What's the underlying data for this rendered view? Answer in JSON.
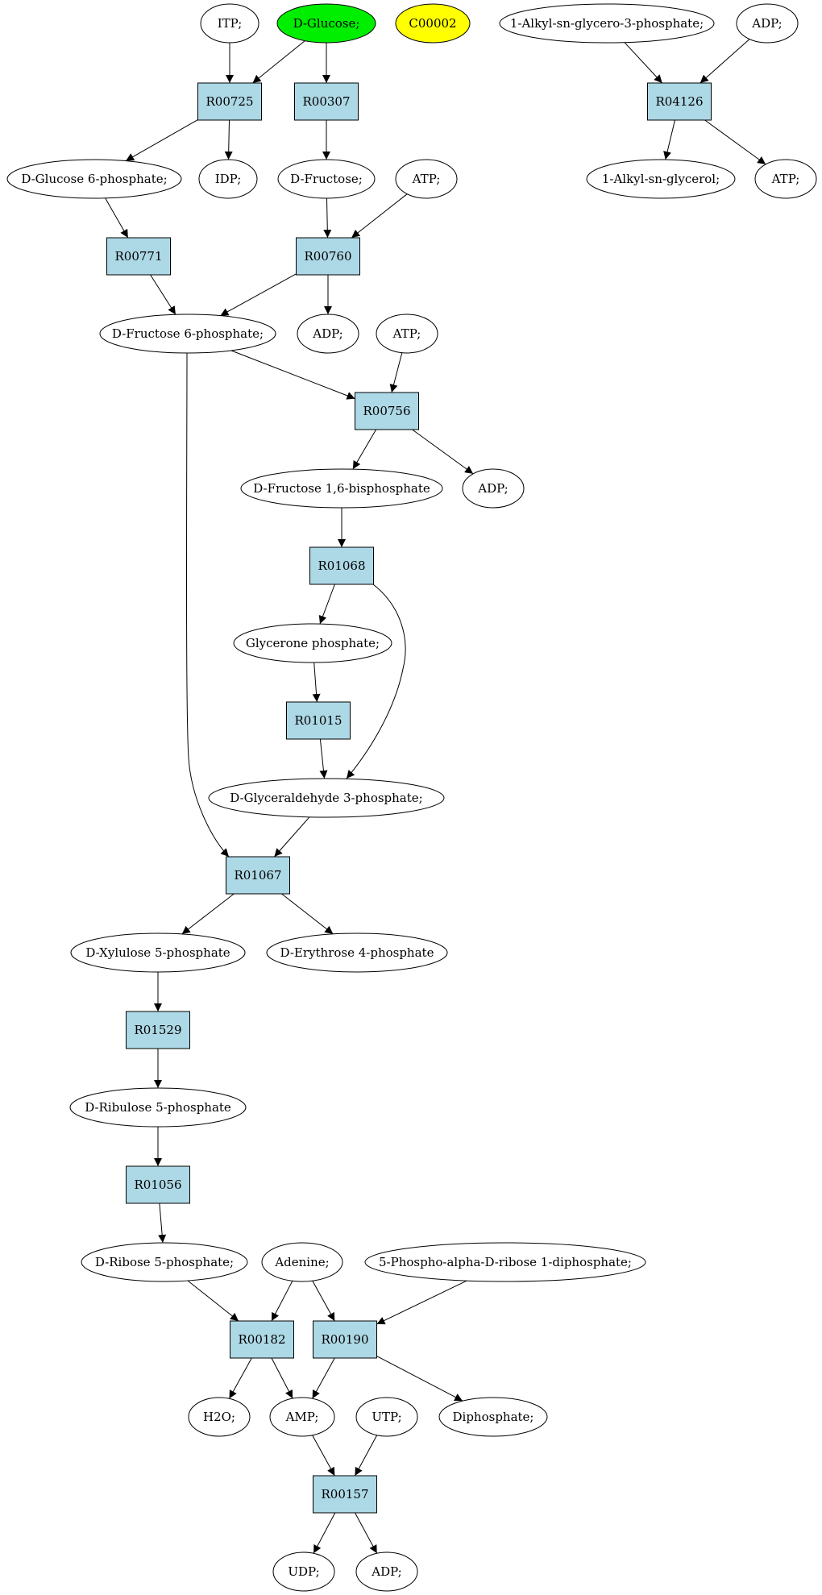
{
  "colors": {
    "reaction_fill": "#add8e6",
    "compound_fill": "#ffffff",
    "highlight_green": "#00ee00",
    "highlight_yellow": "#ffff00"
  },
  "nodes": [
    {
      "id": "itp",
      "kind": "compound",
      "label": "ITP;"
    },
    {
      "id": "dglucose",
      "kind": "compound",
      "label": "D-Glucose;",
      "fill": "green"
    },
    {
      "id": "c00002",
      "kind": "compound",
      "label": "C00002",
      "fill": "yellow"
    },
    {
      "id": "alkylg3p",
      "kind": "compound",
      "label": "1-Alkyl-sn-glycero-3-phosphate;"
    },
    {
      "id": "adp_top",
      "kind": "compound",
      "label": "ADP;"
    },
    {
      "id": "r00725",
      "kind": "reaction",
      "label": "R00725"
    },
    {
      "id": "r00307",
      "kind": "reaction",
      "label": "R00307"
    },
    {
      "id": "r04126",
      "kind": "reaction",
      "label": "R04126"
    },
    {
      "id": "g6p",
      "kind": "compound",
      "label": "D-Glucose 6-phosphate;"
    },
    {
      "id": "idp",
      "kind": "compound",
      "label": "IDP;"
    },
    {
      "id": "dfructose",
      "kind": "compound",
      "label": "D-Fructose;"
    },
    {
      "id": "atp1",
      "kind": "compound",
      "label": "ATP;"
    },
    {
      "id": "alkylglycerol",
      "kind": "compound",
      "label": "1-Alkyl-sn-glycerol;"
    },
    {
      "id": "atp_r04126",
      "kind": "compound",
      "label": "ATP;"
    },
    {
      "id": "r00771",
      "kind": "reaction",
      "label": "R00771"
    },
    {
      "id": "r00760",
      "kind": "reaction",
      "label": "R00760"
    },
    {
      "id": "f6p",
      "kind": "compound",
      "label": "D-Fructose 6-phosphate;"
    },
    {
      "id": "adp1",
      "kind": "compound",
      "label": "ADP;"
    },
    {
      "id": "atp2",
      "kind": "compound",
      "label": "ATP;"
    },
    {
      "id": "r00756",
      "kind": "reaction",
      "label": "R00756"
    },
    {
      "id": "f16bp",
      "kind": "compound",
      "label": "D-Fructose 1,6-bisphosphate"
    },
    {
      "id": "adp2",
      "kind": "compound",
      "label": "ADP;"
    },
    {
      "id": "r01068",
      "kind": "reaction",
      "label": "R01068"
    },
    {
      "id": "glyceronep",
      "kind": "compound",
      "label": "Glycerone phosphate;"
    },
    {
      "id": "r01015",
      "kind": "reaction",
      "label": "R01015"
    },
    {
      "id": "g3p",
      "kind": "compound",
      "label": "D-Glyceraldehyde 3-phosphate;"
    },
    {
      "id": "r01067",
      "kind": "reaction",
      "label": "R01067"
    },
    {
      "id": "xu5p",
      "kind": "compound",
      "label": "D-Xylulose 5-phosphate"
    },
    {
      "id": "e4p",
      "kind": "compound",
      "label": "D-Erythrose 4-phosphate"
    },
    {
      "id": "r01529",
      "kind": "reaction",
      "label": "R01529"
    },
    {
      "id": "ru5p",
      "kind": "compound",
      "label": "D-Ribulose 5-phosphate"
    },
    {
      "id": "r01056",
      "kind": "reaction",
      "label": "R01056"
    },
    {
      "id": "r5p",
      "kind": "compound",
      "label": "D-Ribose 5-phosphate;"
    },
    {
      "id": "adenine",
      "kind": "compound",
      "label": "Adenine;"
    },
    {
      "id": "prpp",
      "kind": "compound",
      "label": "5-Phospho-alpha-D-ribose 1-diphosphate;"
    },
    {
      "id": "r00182",
      "kind": "reaction",
      "label": "R00182"
    },
    {
      "id": "r00190",
      "kind": "reaction",
      "label": "R00190"
    },
    {
      "id": "h2o",
      "kind": "compound",
      "label": "H2O;"
    },
    {
      "id": "amp",
      "kind": "compound",
      "label": "AMP;"
    },
    {
      "id": "utp",
      "kind": "compound",
      "label": "UTP;"
    },
    {
      "id": "diphosphate",
      "kind": "compound",
      "label": "Diphosphate;"
    },
    {
      "id": "r00157",
      "kind": "reaction",
      "label": "R00157"
    },
    {
      "id": "udp",
      "kind": "compound",
      "label": "UDP;"
    },
    {
      "id": "adp_final",
      "kind": "compound",
      "label": "ADP;"
    }
  ],
  "edges": [
    [
      "itp",
      "r00725"
    ],
    [
      "dglucose",
      "r00725"
    ],
    [
      "dglucose",
      "r00307"
    ],
    [
      "alkylg3p",
      "r04126"
    ],
    [
      "adp_top",
      "r04126"
    ],
    [
      "r00725",
      "g6p"
    ],
    [
      "r00725",
      "idp"
    ],
    [
      "r00307",
      "dfructose"
    ],
    [
      "r04126",
      "alkylglycerol"
    ],
    [
      "r04126",
      "atp_r04126"
    ],
    [
      "g6p",
      "r00771"
    ],
    [
      "dfructose",
      "r00760"
    ],
    [
      "atp1",
      "r00760"
    ],
    [
      "r00771",
      "f6p"
    ],
    [
      "r00760",
      "f6p"
    ],
    [
      "r00760",
      "adp1"
    ],
    [
      "f6p",
      "r00756"
    ],
    [
      "atp2",
      "r00756"
    ],
    [
      "r00756",
      "f16bp"
    ],
    [
      "r00756",
      "adp2"
    ],
    [
      "f16bp",
      "r01068"
    ],
    [
      "r01068",
      "glyceronep"
    ],
    [
      "r01068",
      "g3p"
    ],
    [
      "glyceronep",
      "r01015"
    ],
    [
      "r01015",
      "g3p"
    ],
    [
      "f6p",
      "r01067"
    ],
    [
      "g3p",
      "r01067"
    ],
    [
      "r01067",
      "xu5p"
    ],
    [
      "r01067",
      "e4p"
    ],
    [
      "xu5p",
      "r01529"
    ],
    [
      "r01529",
      "ru5p"
    ],
    [
      "ru5p",
      "r01056"
    ],
    [
      "r01056",
      "r5p"
    ],
    [
      "r5p",
      "r00182"
    ],
    [
      "adenine",
      "r00182"
    ],
    [
      "adenine",
      "r00190"
    ],
    [
      "prpp",
      "r00190"
    ],
    [
      "r00182",
      "h2o"
    ],
    [
      "r00182",
      "amp"
    ],
    [
      "r00190",
      "amp"
    ],
    [
      "r00190",
      "diphosphate"
    ],
    [
      "amp",
      "r00157"
    ],
    [
      "utp",
      "r00157"
    ],
    [
      "r00157",
      "udp"
    ],
    [
      "r00157",
      "adp_final"
    ]
  ]
}
